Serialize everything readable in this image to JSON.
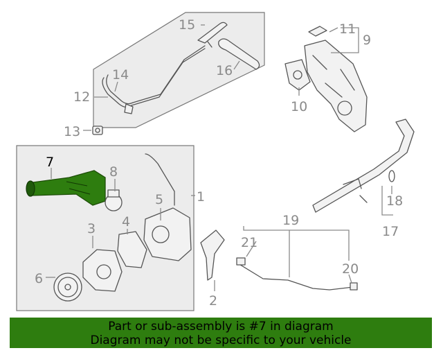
{
  "callouts": {
    "c1": "1",
    "c2": "2",
    "c3": "3",
    "c4": "4",
    "c5": "5",
    "c6": "6",
    "c7": "7",
    "c8": "8",
    "c9": "9",
    "c10": "10",
    "c11": "11",
    "c12": "12",
    "c13": "13",
    "c14": "14",
    "c15": "15",
    "c16": "16",
    "c17": "17",
    "c18": "18",
    "c19": "19",
    "c20": "20",
    "c21": "21"
  },
  "highlighted_part": "7",
  "colors": {
    "highlight": "#2e7d0f",
    "callout": "#8a8a8a",
    "line": "#555555"
  },
  "banner": {
    "line1": "Part or sub-assembly is #7 in diagram",
    "line2": "Diagram may not be specific to your vehicle"
  }
}
